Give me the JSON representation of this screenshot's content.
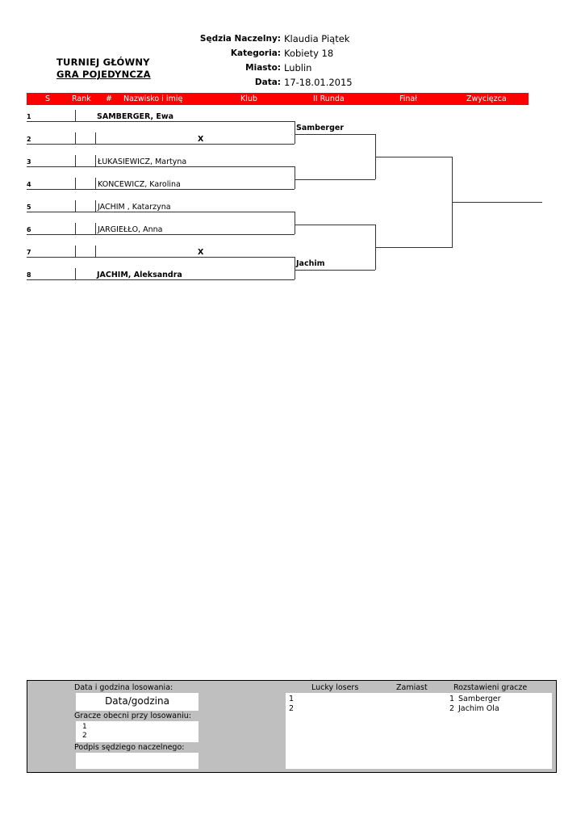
{
  "header": {
    "title_line1": "TURNIEJ GŁÓWNY",
    "title_line2": "GRA POJEDYNCZA",
    "meta": [
      {
        "label": "Sędzia Naczelny:",
        "value": "Klaudia Piątek"
      },
      {
        "label": "Kategoria:",
        "value": "Kobiety 18"
      },
      {
        "label": "Miasto:",
        "value": "Lublin"
      },
      {
        "label": "Data:",
        "value": "17-18.01.2015"
      }
    ]
  },
  "columns": {
    "s": "S",
    "rank": "Rank",
    "hash": "#",
    "name": "Nazwisko i imię",
    "club": "Klub",
    "round2": "II Runda",
    "final": "Finał",
    "winner": "Zwycięzca",
    "bar_color": "#ff0000"
  },
  "bracket": {
    "round1": [
      {
        "num": "1",
        "name": "SAMBERGER, Ewa",
        "bold": true,
        "x": false
      },
      {
        "num": "2",
        "name": "",
        "bold": false,
        "x": true
      },
      {
        "num": "3",
        "name": "ŁUKASIEWICZ, Martyna",
        "bold": false,
        "x": false
      },
      {
        "num": "4",
        "name": "KONCEWICZ, Karolina",
        "bold": false,
        "x": false
      },
      {
        "num": "5",
        "name": "JACHIM , Katarzyna",
        "bold": false,
        "x": false
      },
      {
        "num": "6",
        "name": "JARGIEŁŁO, Anna",
        "bold": false,
        "x": false
      },
      {
        "num": "7",
        "name": "",
        "bold": false,
        "x": true
      },
      {
        "num": "8",
        "name": "JACHIM, Aleksandra",
        "bold": true,
        "x": false
      }
    ],
    "x_mark": "X",
    "round2": [
      {
        "name": "Samberger"
      },
      {
        "name": ""
      },
      {
        "name": ""
      },
      {
        "name": "Jachim"
      }
    ],
    "final": [
      {
        "name": ""
      },
      {
        "name": ""
      }
    ],
    "winner": {
      "name": ""
    }
  },
  "bottom_left": {
    "draw_datetime_label": "Data i godzina losowania:",
    "draw_datetime_value": "Data/godzina",
    "players_present_label": "Gracze obecni przy losowaniu:",
    "players_present": [
      "1",
      "2"
    ],
    "signature_label": "Podpis sędziego naczelnego:",
    "signature_value": ""
  },
  "bottom_right": {
    "headers": {
      "lucky_losers": "Lucky losers",
      "instead": "Zamiast",
      "seeded": "Rozstawieni gracze"
    },
    "lucky_losers": [
      {
        "index": "1",
        "name": ""
      },
      {
        "index": "2",
        "name": ""
      }
    ],
    "seeded": [
      {
        "index": "1",
        "name": "Samberger"
      },
      {
        "index": "2",
        "name": "Jachim Ola"
      }
    ]
  }
}
